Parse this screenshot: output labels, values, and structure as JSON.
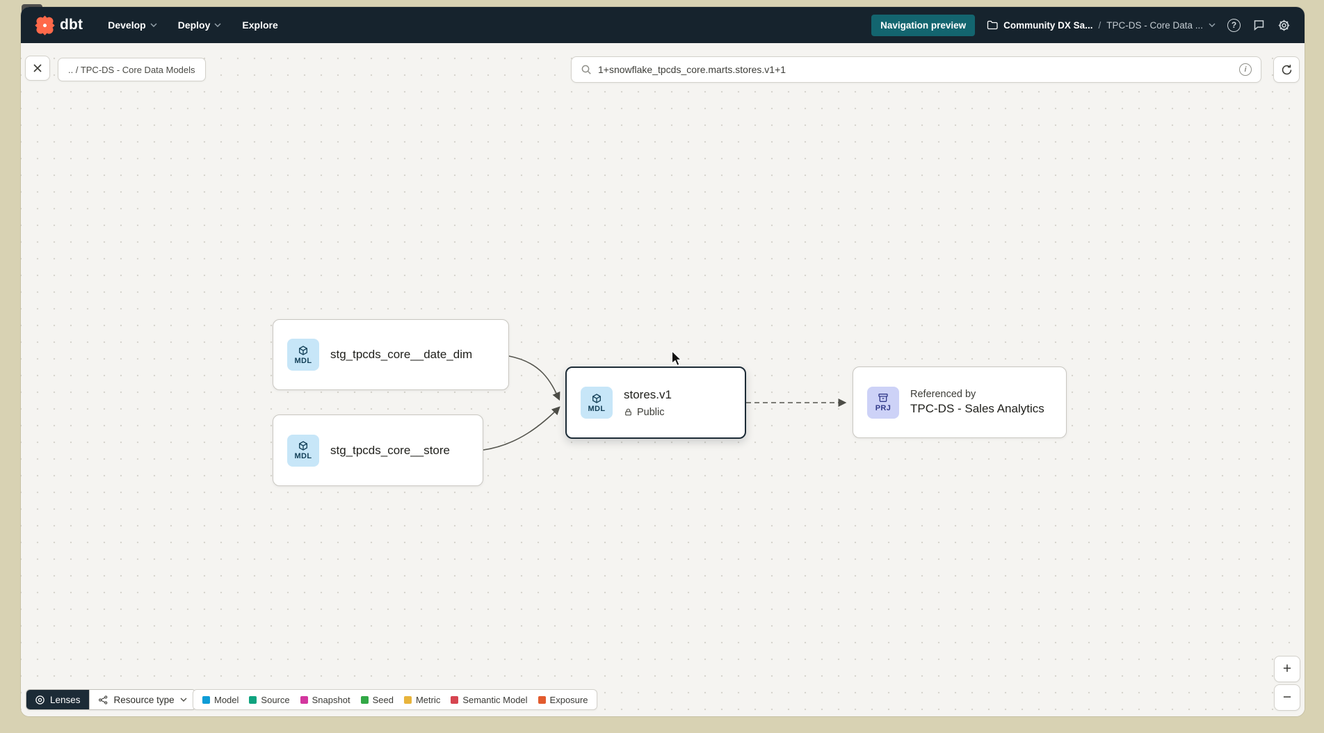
{
  "topbar": {
    "logo_text": "dbt",
    "menu": [
      {
        "label": "Develop"
      },
      {
        "label": "Deploy"
      },
      {
        "label": "Explore"
      }
    ],
    "nav_preview_label": "Navigation preview",
    "account": "Community DX Sa...",
    "separator": "/",
    "project": "TPC-DS - Core Data ...",
    "colors": {
      "topbar_background": "#16232d",
      "accent_button": "#13656f",
      "logo_orange": "#ff694a"
    }
  },
  "toolbar": {
    "breadcrumb": ".. / TPC-DS - Core Data Models",
    "search_value": "1+snowflake_tpcds_core.marts.stores.v1+1"
  },
  "graph": {
    "nodes": [
      {
        "badge": "MDL",
        "label": "stg_tpcds_core__date_dim"
      },
      {
        "badge": "MDL",
        "label": "stg_tpcds_core__store"
      },
      {
        "badge": "MDL",
        "label": "stores.v1",
        "access": "Public"
      },
      {
        "badge": "PRJ",
        "pretext": "Referenced by",
        "label": "TPC-DS - Sales Analytics"
      }
    ]
  },
  "footer": {
    "lenses_label": "Lenses",
    "resource_type_label": "Resource type",
    "legend": [
      {
        "label": "Model",
        "color": "#0e9cd6"
      },
      {
        "label": "Source",
        "color": "#0fa37f"
      },
      {
        "label": "Snapshot",
        "color": "#d3369e"
      },
      {
        "label": "Seed",
        "color": "#32a846"
      },
      {
        "label": "Metric",
        "color": "#e8b43c"
      },
      {
        "label": "Semantic Model",
        "color": "#d64550"
      },
      {
        "label": "Exposure",
        "color": "#e25b2e"
      }
    ]
  },
  "icons": {
    "help": "?",
    "info": "i"
  },
  "zoom_controls": {
    "zoom_in": "+",
    "zoom_out": "−"
  }
}
